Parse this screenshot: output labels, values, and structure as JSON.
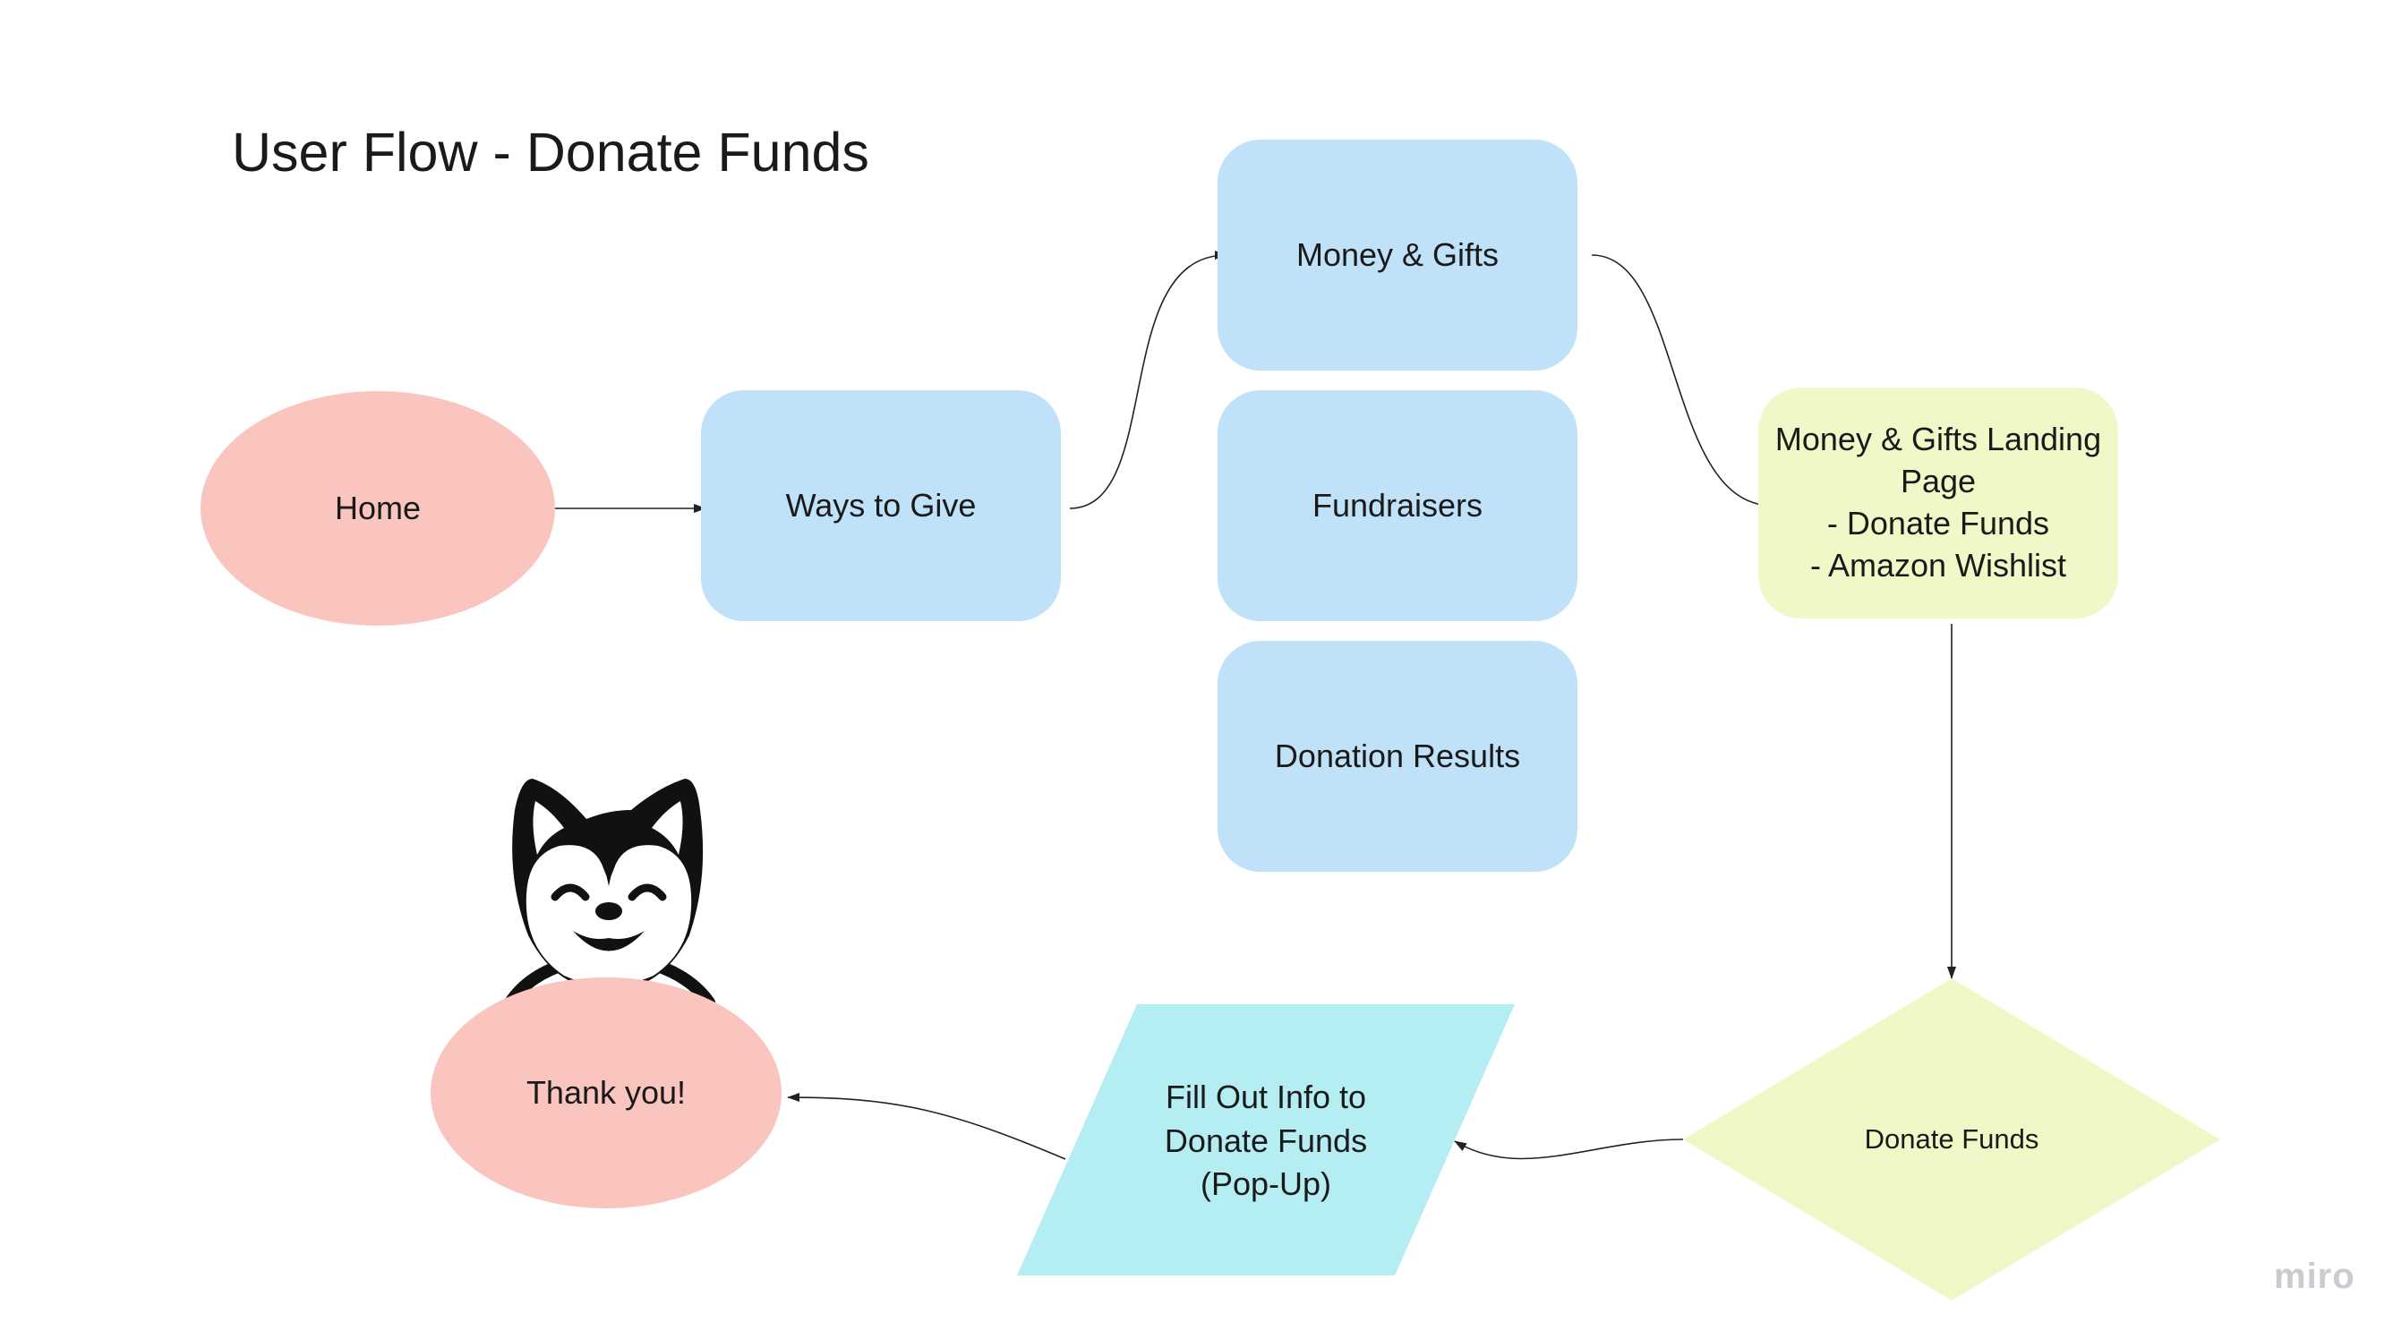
{
  "title": "User Flow - Donate Funds",
  "nodes": {
    "home": "Home",
    "ways_to_give": "Ways to Give",
    "money_gifts": "Money & Gifts",
    "fundraisers": "Fundraisers",
    "donation_results": "Donation Results",
    "landing_page": "Money & Gifts Landing\nPage\n- Donate Funds\n- Amazon Wishlist",
    "donate_funds": "Donate Funds",
    "fill_out_info": "Fill Out Info to\nDonate Funds\n(Pop-Up)",
    "thank_you": "Thank you!"
  },
  "brand": "miro",
  "icons": {
    "mascot": "husky-dog-icon"
  },
  "colors": {
    "ellipse_fill": "#f9c5be",
    "box_fill": "#c0e2f8",
    "landing_fill": "#f1f8c8",
    "diamond_fill": "#f1f8c8",
    "parallelogram_fill": "#b4eef2",
    "connector": "#222222"
  }
}
